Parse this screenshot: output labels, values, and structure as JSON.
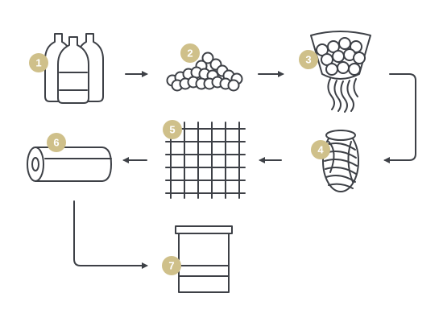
{
  "diagram": {
    "steps": [
      {
        "number": "1",
        "icon": "plastic-bottles-icon"
      },
      {
        "number": "2",
        "icon": "pellets-pile-icon"
      },
      {
        "number": "3",
        "icon": "melting-hopper-icon"
      },
      {
        "number": "4",
        "icon": "fiber-spool-icon"
      },
      {
        "number": "5",
        "icon": "woven-mesh-icon"
      },
      {
        "number": "6",
        "icon": "fabric-roll-icon"
      },
      {
        "number": "7",
        "icon": "container-icon"
      }
    ],
    "colors": {
      "line": "#3d4046",
      "badge": "#cfc08a",
      "badge_text": "#ffffff",
      "background": "#ffffff"
    }
  }
}
